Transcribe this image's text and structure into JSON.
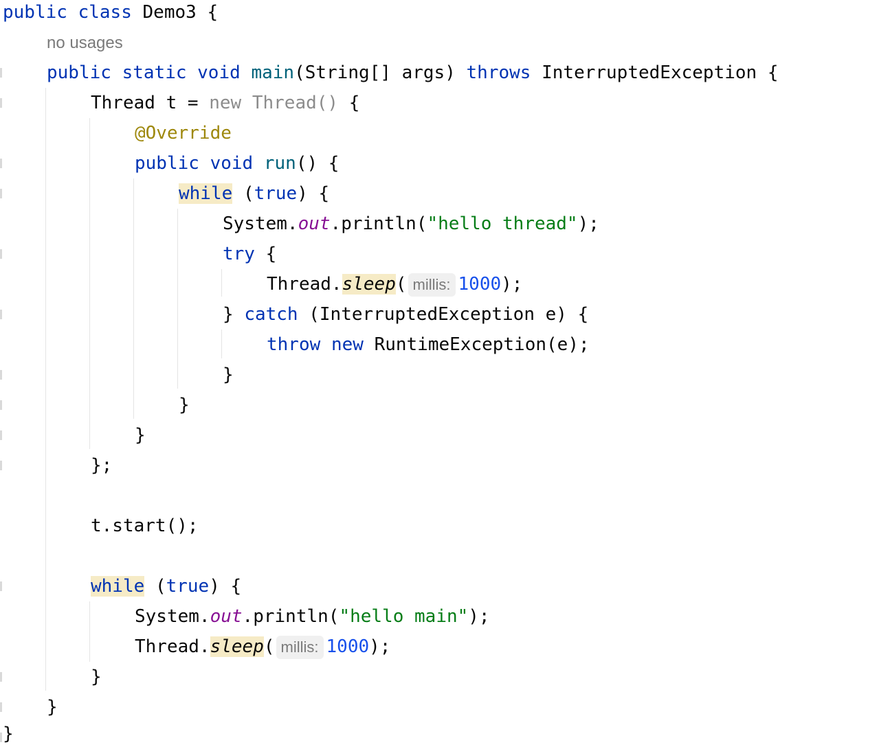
{
  "code": {
    "kw_public": "public",
    "kw_class": "class",
    "class_name": "Demo3",
    "open_brace": "{",
    "close_brace": "}",
    "no_usages": "no usages",
    "kw_static": "static",
    "kw_void": "void",
    "main_name": "main",
    "main_params": "(String[] args)",
    "kw_throws": "throws",
    "interrupted_exception": "InterruptedException",
    "thread_type": "Thread",
    "var_t": "t",
    "equals": "=",
    "kw_new": "new",
    "thread_ctor": "Thread()",
    "override_annotation": "@Override",
    "run_name": "run",
    "empty_parens": "()",
    "kw_while": "while",
    "kw_true": "true",
    "open_paren": "(",
    "close_paren": ")",
    "system": "System",
    "dot": ".",
    "out_field": "out",
    "println": "println",
    "hello_thread_string": "\"hello thread\"",
    "paren_semicolon": ");",
    "kw_try": "try",
    "sleep_method": "sleep",
    "param_hint_millis": "millis:",
    "sleep_value": "1000",
    "kw_catch": "catch",
    "exception_var": "e",
    "kw_throw": "throw",
    "runtime_exception": "RuntimeException",
    "runtime_args": "(e);",
    "anon_class_end": "};",
    "start_call": "t.start();",
    "hello_main_string": "\"hello main\""
  },
  "colors": {
    "keyword": "#0033b3",
    "method_declaration": "#00627a",
    "string": "#067d17",
    "number": "#1750eb",
    "static_field": "#871094",
    "annotation": "#9e880d",
    "highlight": "#f6ebc6"
  }
}
